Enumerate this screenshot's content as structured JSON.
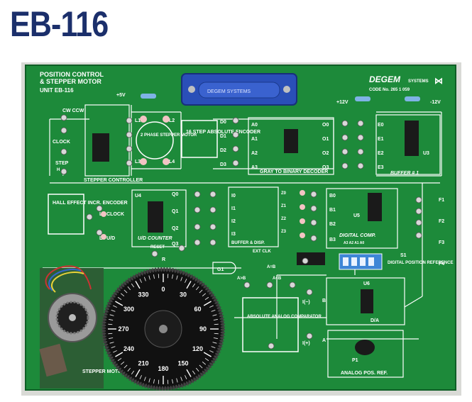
{
  "header": {
    "title": "EB-116"
  },
  "board": {
    "label_line1": "POSITION CONTROL",
    "label_line2": "& STEPPER MOTOR",
    "unit": "UNIT  EB-116",
    "brand": "DEGEM",
    "brand_sub": "SYSTEMS",
    "code": "CODE No. 265 1 059",
    "power_plus5": "+5V",
    "power_plus12": "+12V",
    "power_minus12": "-12V",
    "cw_ccw": "CW  CCW",
    "clock": "CLOCK",
    "step": "STEP",
    "step_h": "H",
    "step_f": "F",
    "stepper_controller": "STEPPER CONTROLLER",
    "phase_motor": "2 PHASE STEPPER MOTOR",
    "coil_labels": [
      "L1",
      "L2",
      "L3",
      "L4"
    ],
    "encoder_title": "16 STEP ABSOLUTE ENCODER",
    "d_labels": [
      "D0",
      "D1",
      "D2",
      "D3"
    ],
    "a_labels": [
      "A0",
      "A1",
      "A2",
      "A3"
    ],
    "o_labels": [
      "O0",
      "O1",
      "O2",
      "O3"
    ],
    "gray_decoder": "GRAY TO BINARY DECODER",
    "buffer1": "BUFFER # 1",
    "e_labels": [
      "E0",
      "E1",
      "E2",
      "E3"
    ],
    "u3": "U3",
    "u4": "U4",
    "u5": "U5",
    "u6": "U6",
    "hall": "HALL EFFECT INCR. ENCODER",
    "l5_clock": "L5 CLOCK",
    "l6_ud": "L6  U/D",
    "ud_counter": "U/D COUNTER",
    "reset": "RESET",
    "r_label": "R",
    "q_labels": [
      "Q0",
      "Q1",
      "Q2",
      "Q3"
    ],
    "i_labels": [
      "I0",
      "I1",
      "I2",
      "I3"
    ],
    "z_labels": [
      "Z0",
      "Z1",
      "Z2",
      "Z3"
    ],
    "buffer_disp": "BUFFER & DISP.",
    "b_labels": [
      "B0",
      "B1",
      "B2",
      "B3"
    ],
    "digital_comp": "DIGITAL COMP.",
    "digital_comp_pins": "A3 A2 A1 A0",
    "f_labels": [
      "F1",
      "F2",
      "F3",
      "F4"
    ],
    "s1": "S1",
    "digital_pos_ref": "DIGITAL POSITION REFERENCE",
    "ext_clk": "EXT CLK",
    "g1": "G1",
    "a_eq_b": "A=B",
    "a_gt_b": "A>B",
    "a_lt_b": "A<B",
    "abs_comp": "ABSOLUTE ANALOG COMPARATOR",
    "i_minus": "I(−)",
    "i_plus": "I(+)",
    "da": "D/A",
    "b_pin": "B",
    "a_pin": "A",
    "p1": "P1",
    "analog_pos_ref": "ANALOG POS. REF.",
    "stepper_motor": "STEPPER MOTOR",
    "dial_ticks": [
      "0",
      "30",
      "60",
      "90",
      "120",
      "150",
      "180",
      "210",
      "240",
      "270",
      "300",
      "330"
    ]
  },
  "colors": {
    "title": "#1b2f6b",
    "pcb": "#1d8a3a",
    "silk": "#ffffff",
    "dial": "#111111",
    "connector": "#2a4fb8"
  }
}
